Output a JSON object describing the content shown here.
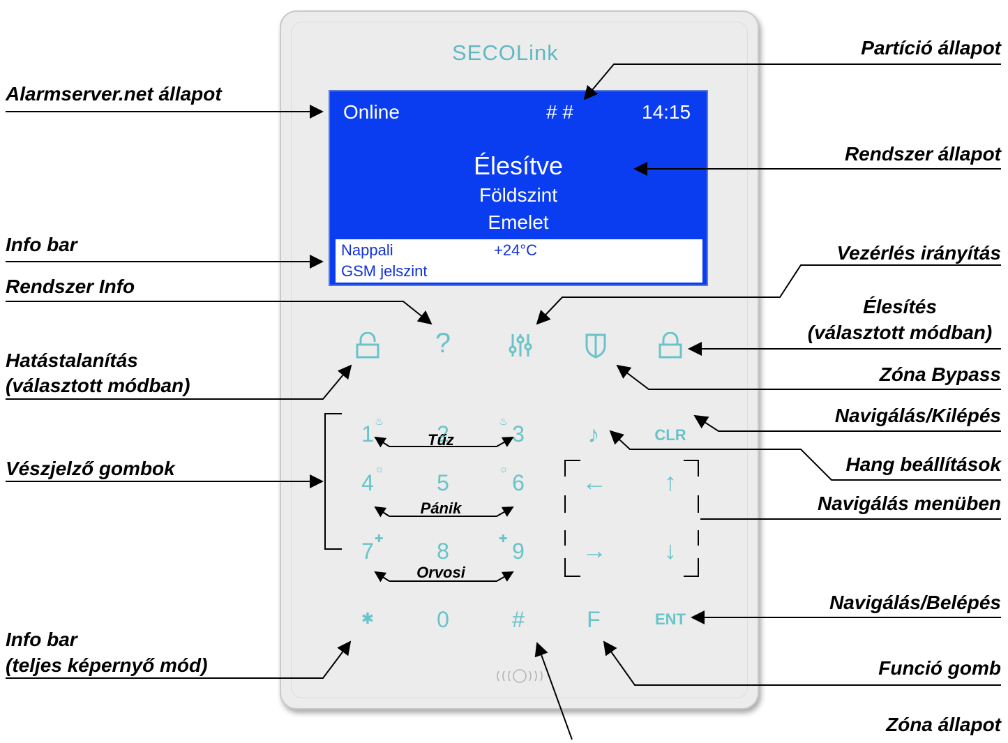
{
  "device": {
    "logo": "SECOLink",
    "screen": {
      "status_left": "Online",
      "status_mid": "# #",
      "status_time": "14:15",
      "main_status": "Élesítve",
      "line1": "Földszint",
      "line2": "Emelet",
      "info_left1": "Nappali",
      "info_mid1": "+24°C",
      "info_left2": "GSM jelszint"
    },
    "keys": {
      "k1": "1",
      "k2": "2",
      "k3": "3",
      "k4": "4",
      "k5": "5",
      "k6": "6",
      "k7": "7",
      "k8": "8",
      "k9": "9",
      "k0": "0",
      "hash": "#",
      "f": "F",
      "clr": "CLR",
      "ent": "ENT",
      "star": "✱",
      "help": "?",
      "note": "♪",
      "left": "←",
      "up": "↑",
      "right": "→",
      "down": "↓"
    },
    "groups": {
      "fire": "Tűz",
      "panic": "Pánik",
      "medical": "Orvosi"
    }
  },
  "labels": {
    "particio": "Partíció állapot",
    "alarmserver": "Alarmserver.net állapot",
    "rendszer_allapot": "Rendszer állapot",
    "info_bar": "Info bar",
    "vezerles": "Vezérlés irányítás",
    "rendszer_info": "Rendszer Info",
    "elesites_1": "Élesítés",
    "elesites_2": "(választott módban)",
    "hatastalanitas_1": "Hatástalanítás",
    "hatastalanitas_2": "(választott módban)",
    "zona_bypass": "Zóna Bypass",
    "nav_kilepes": "Navigálás/Kilépés",
    "veszjelzo": "Vészjelző gombok",
    "hang": "Hang beállítások",
    "nav_menu": "Navigálás menüben",
    "nav_belepes": "Navigálás/Belépés",
    "info_bar_full_1": "Info bar",
    "info_bar_full_2": "(teljes képernyő mód)",
    "funkcio": "Funció gomb",
    "zona_allapot": "Zóna állapot"
  },
  "colors": {
    "screen": "#0a3cf0",
    "key": "#68c4c8",
    "logo": "#62b8c0",
    "device": "#ececec"
  }
}
